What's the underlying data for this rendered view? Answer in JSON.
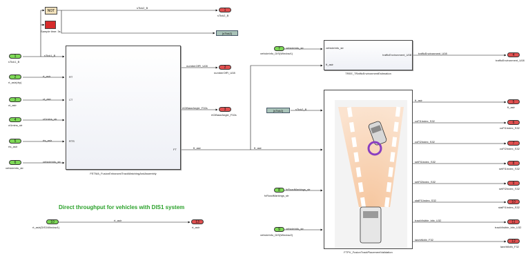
{
  "title_note": "Direct throughput for vehicles with DIS1 system",
  "inports": [
    {
      "num": "1",
      "name": "sTick1_B"
    },
    {
      "num": "2",
      "name": "rt_asir",
      "sub": "rt_asir(dry)"
    },
    {
      "num": "3",
      "name": "ct_asir"
    },
    {
      "num": "4",
      "name": "ct1mins_str",
      "sub": "ct1mins_str"
    },
    {
      "num": "5",
      "name": "rts_asir"
    },
    {
      "num": "6",
      "name": "vehicleInfo_str",
      "sub": "vehicleInfo_str"
    },
    {
      "num": "7",
      "name": "vehicleInfo_str",
      "sub": "vehicleInfo_DIS(Window1)"
    },
    {
      "num": "8",
      "name": "fcRoadMarkings_str",
      "sub": "fcRoadMarkings_str"
    },
    {
      "num": "9",
      "name": "vehicleInfo_str",
      "sub": "vehicleInfo_DIS(Window2)"
    },
    {
      "num": "10",
      "name": "rt_asir",
      "sub": "rt_asir(DIS1Window1)"
    }
  ],
  "outports": [
    {
      "num": "1",
      "name": "sTick2_B"
    },
    {
      "num": "2",
      "name": "numberOfFl_U08"
    },
    {
      "num": "3",
      "name": "rtClBaseAngle_F32s"
    },
    {
      "num": "4",
      "name": "trafficEnvironment_U08"
    },
    {
      "num": "5",
      "name": "ft_asir"
    },
    {
      "num": "6",
      "name": "coFl1Index_S32"
    },
    {
      "num": "7",
      "name": "coFl2Index_S32"
    },
    {
      "num": "8",
      "name": "setFl1Index_S32"
    },
    {
      "num": "9",
      "name": "setFl2Index_S32"
    },
    {
      "num": "10",
      "name": "stalFl1Index_S32"
    },
    {
      "num": "11",
      "name": "trackVisible_bitx_U32"
    },
    {
      "num": "12",
      "name": "laneWidth_F32"
    },
    {
      "num": "13",
      "name": "rt_asir"
    }
  ],
  "blocks": {
    "not_label": "NOT",
    "delay_label": "Sample time: 3s",
    "goto_tag": "[sTick2]",
    "from_tag": "[sTick2]",
    "fetma_name": "FETMA_FusionEnhancedTrackMatchingAndAssembly",
    "fetma_ports_in": [
      "RT",
      "CT",
      "RTS"
    ],
    "fetma_port_out": "FT",
    "tree_name": "TREE_TRafficEnvironmentEstimation",
    "tree_in1": "vehicleInfo_str",
    "tree_in2": "ft_asir",
    "tree_out": "trafficEnvironment_U08",
    "ftpv_name": "FTPV_FusionTrackPlacementValidation"
  },
  "signals": {
    "stick1": "sTick1_B",
    "stick2": "sTick2_B",
    "rt": "rt_asir",
    "ct": "ct_asir",
    "rts": "rts_asir",
    "numfl": "numberOfFl_U08",
    "angle": "rtClBaseAngle_F32s",
    "ft": "ft_asir",
    "veh": "vehicleInfo_str",
    "rtdis": "rt_asir",
    "traffic": "trafficEnvironment_U08",
    "road": "fcRoadMarkings_str",
    "ftpv_out": [
      "ft_asir",
      "coFl1Index_S32",
      "coFl2Index_S32",
      "setFl1Index_S32",
      "setFl2Index_S32",
      "stalFl1Index_S32",
      "trackVisible_bitx_U32",
      "laneWidth_F32"
    ]
  }
}
